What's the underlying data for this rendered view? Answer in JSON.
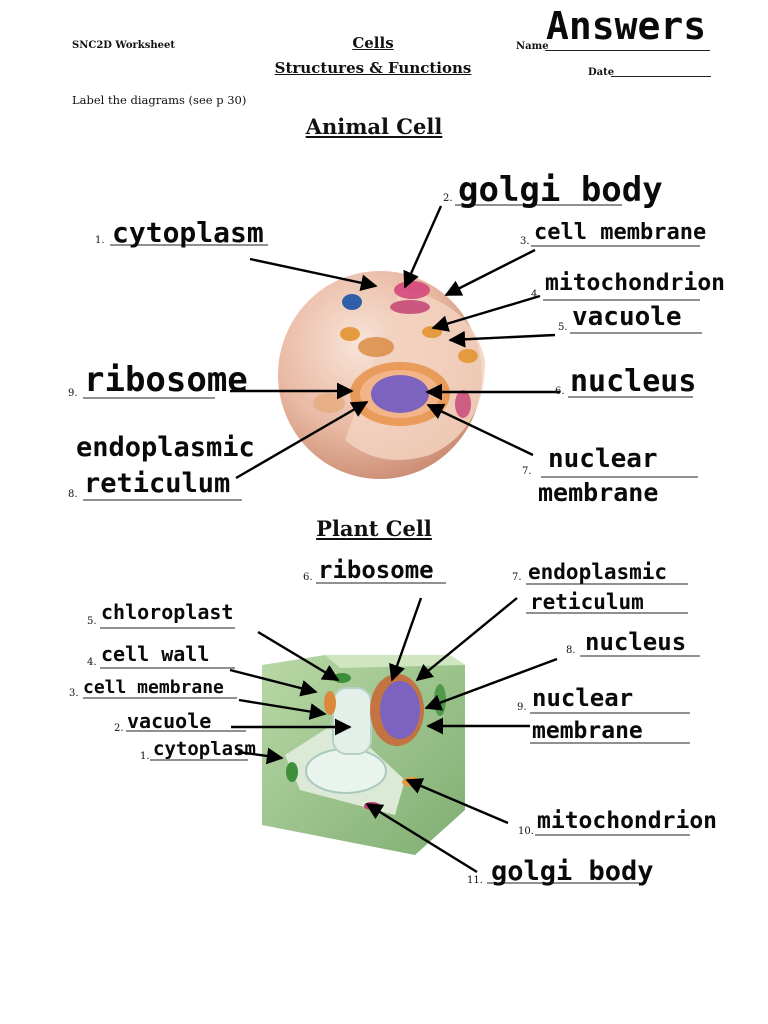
{
  "header": {
    "course": "SNC2D Worksheet",
    "title_line1": "Cells",
    "title_line2": "Structures & Functions",
    "name_label": "Name",
    "name_value": "Answers",
    "date_label": "Date"
  },
  "instructions": "Label the diagrams (see p 30)",
  "animal_cell": {
    "heading": "Animal Cell",
    "labels": [
      {
        "num": "1.",
        "answer": "cytoplasm"
      },
      {
        "num": "2.",
        "answer": "golgi body"
      },
      {
        "num": "3.",
        "answer": "cell membrane"
      },
      {
        "num": "4.",
        "answer": "mitochondrion"
      },
      {
        "num": "5.",
        "answer": "vacuole"
      },
      {
        "num": "6.",
        "answer": "nucleus"
      },
      {
        "num": "7.",
        "answer_line1": "nuclear",
        "answer_line2": "membrane"
      },
      {
        "num": "8.",
        "answer_line1": "endoplasmic",
        "answer_line2": "reticulum"
      },
      {
        "num": "9.",
        "answer": "ribosome"
      }
    ]
  },
  "plant_cell": {
    "heading": "Plant Cell",
    "labels": [
      {
        "num": "1.",
        "answer": "cytoplasm"
      },
      {
        "num": "2.",
        "answer": "vacuole"
      },
      {
        "num": "3.",
        "answer": "cell membrane"
      },
      {
        "num": "4.",
        "answer": "cell wall"
      },
      {
        "num": "5.",
        "answer": "chloroplast"
      },
      {
        "num": "6.",
        "answer": "ribosome"
      },
      {
        "num": "7.",
        "answer_line1": "endoplasmic",
        "answer_line2": "reticulum"
      },
      {
        "num": "8.",
        "answer": "nucleus"
      },
      {
        "num": "9.",
        "answer_line1": "nuclear",
        "answer_line2": "membrane"
      },
      {
        "num": "10.",
        "answer": "mitochondrion"
      },
      {
        "num": "11.",
        "answer": "golgi body"
      }
    ]
  }
}
